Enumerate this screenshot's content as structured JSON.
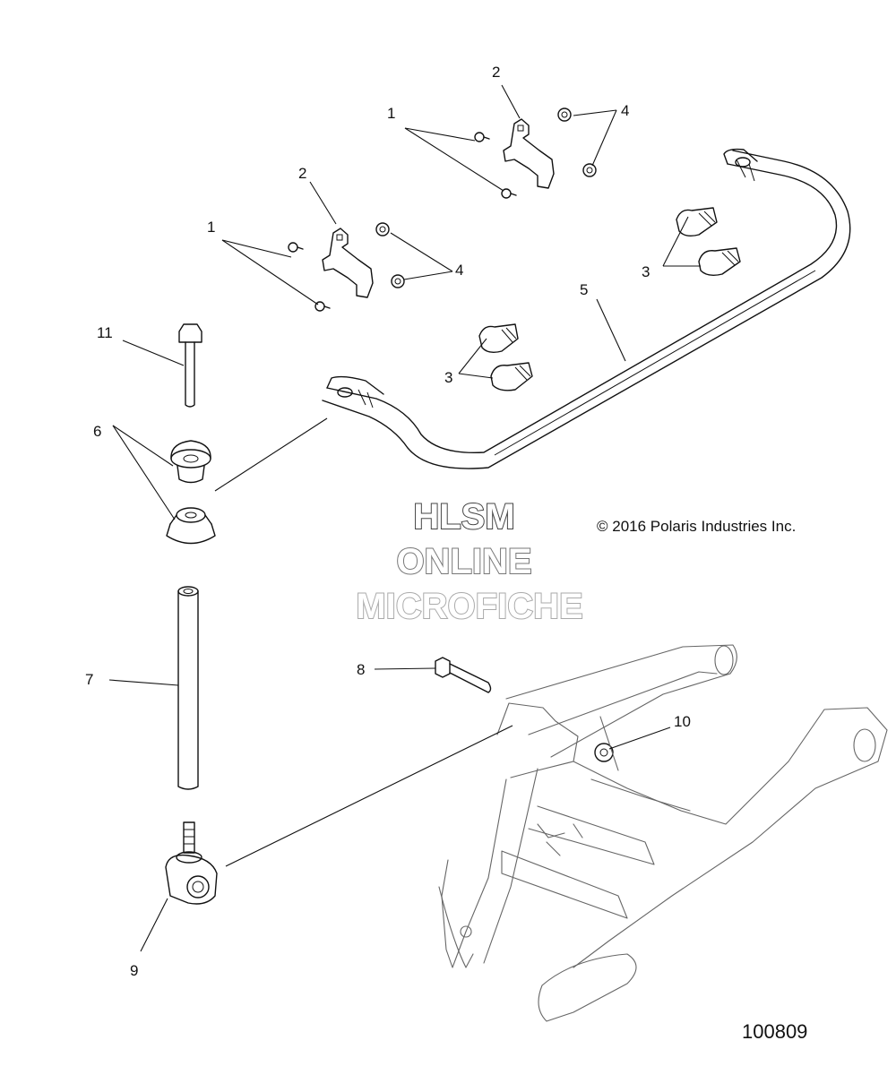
{
  "diagram": {
    "copyright": "© 2016 Polaris Industries Inc.",
    "figure_number": "100809",
    "watermark": {
      "line1": "HLSM",
      "line2": "ONLINE",
      "line3": "MICROFICHE"
    },
    "callouts": {
      "c1a": "1",
      "c1b": "1",
      "c2a": "2",
      "c2b": "2",
      "c3a": "3",
      "c3b": "3",
      "c4a": "4",
      "c4b": "4",
      "c5": "5",
      "c6": "6",
      "c7": "7",
      "c8": "8",
      "c9": "9",
      "c10": "10",
      "c11": "11"
    }
  }
}
